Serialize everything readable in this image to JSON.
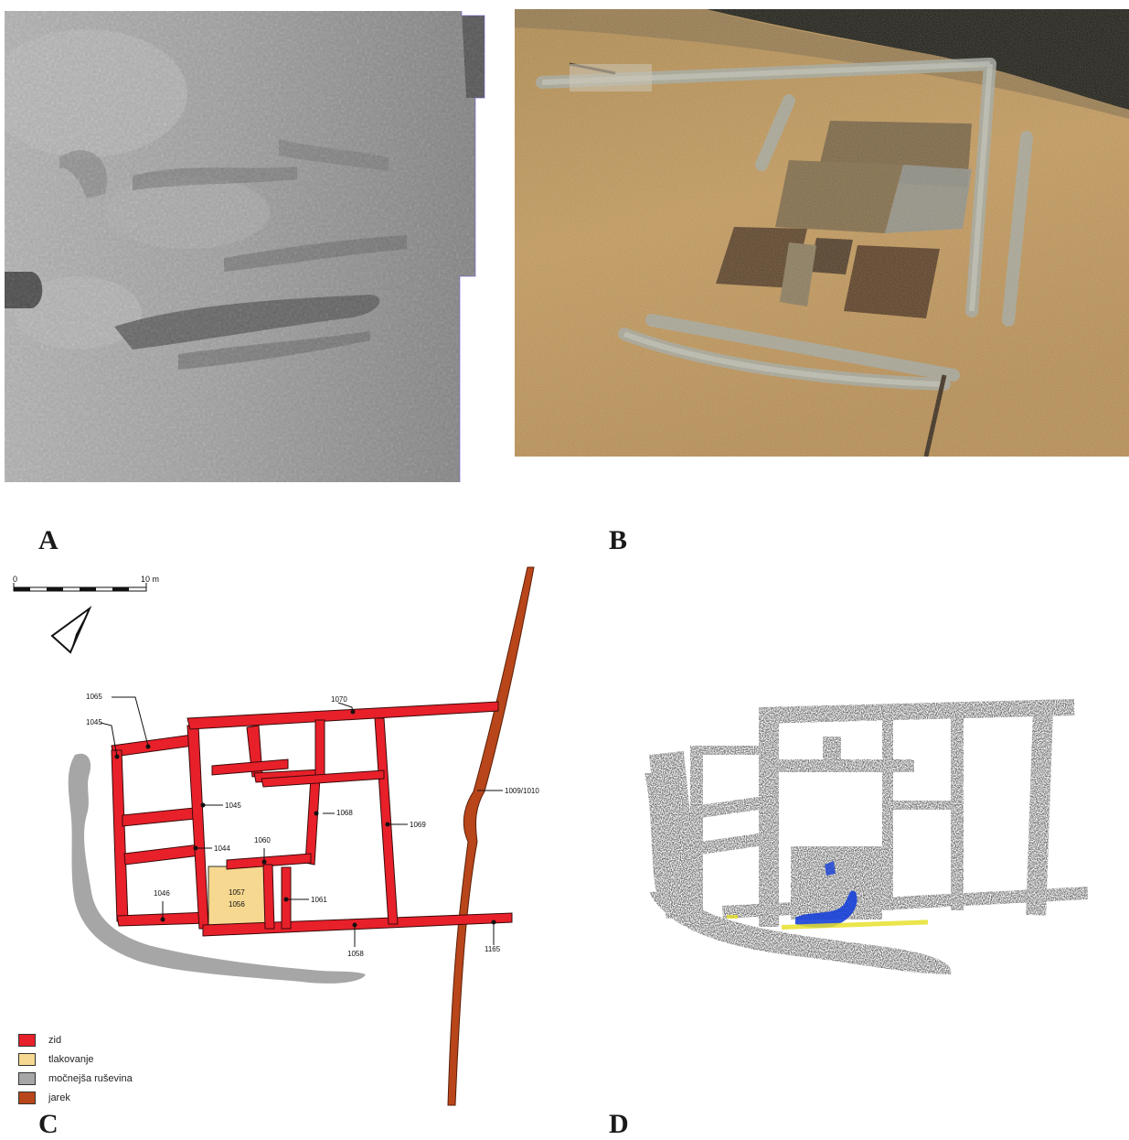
{
  "panels": {
    "a_letter": "A",
    "b_letter": "B",
    "c_letter": "C",
    "d_letter": "D"
  },
  "scale": {
    "start": "0",
    "end": "10 m"
  },
  "plan_labels": {
    "l1065": "1065",
    "l1045a": "1045",
    "l1070": "1070",
    "l1045b": "1045",
    "l1068": "1068",
    "l1069": "1069",
    "l1044": "1044",
    "l1060": "1060",
    "l1057": "1057",
    "l1056": "1056",
    "l1061": "1061",
    "l1046": "1046",
    "l1058": "1058",
    "l1165": "1165",
    "l1009": "1009/1010"
  },
  "legend": {
    "items": [
      {
        "label": "zid",
        "color": "#e8202a"
      },
      {
        "label": "tlakovanje",
        "color": "#f6d890"
      },
      {
        "label": "močnejša ruševina",
        "color": "#a6a6a6"
      },
      {
        "label": "jarek",
        "color": "#b8461a"
      }
    ]
  },
  "colors": {
    "wall": "#e8202a",
    "paving": "#f6d890",
    "rubble": "#a6a6a6",
    "ditch": "#b8461a",
    "points_blue": "#1740d8",
    "points_yellow": "#e6e02a"
  }
}
